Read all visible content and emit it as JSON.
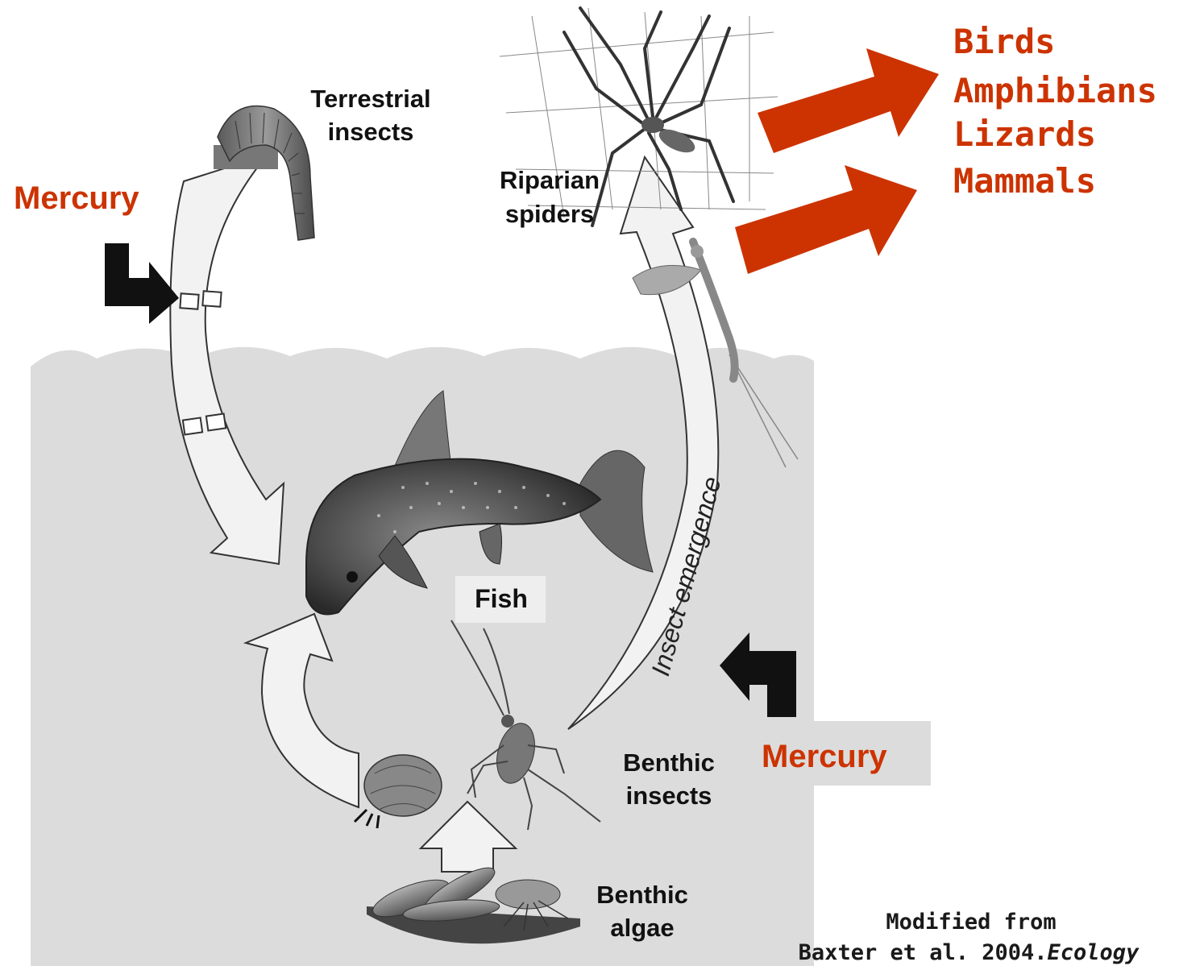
{
  "labels": {
    "terrestrial_insects_1": "Terrestrial",
    "terrestrial_insects_2": "insects",
    "riparian_spiders_1": "Riparian",
    "riparian_spiders_2": "spiders",
    "fish": "Fish",
    "benthic_insects_1": "Benthic",
    "benthic_insects_2": "insects",
    "benthic_algae_1": "Benthic",
    "benthic_algae_2": "algae",
    "insect_emergence": "Insect emergence",
    "mercury_left": "Mercury",
    "mercury_right": "Mercury"
  },
  "predators": [
    "Birds",
    "Amphibians",
    "Lizards",
    "Mammals"
  ],
  "citation": {
    "line1": "Modified from",
    "line2_prefix": "Baxter et al. 2004.",
    "line2_journal": "Ecology"
  },
  "colors": {
    "mercury_red": "#cc3300",
    "water_gray": "#dcdcdc",
    "arrow_fill": "#f2f2f2",
    "black_arrow": "#111111"
  }
}
